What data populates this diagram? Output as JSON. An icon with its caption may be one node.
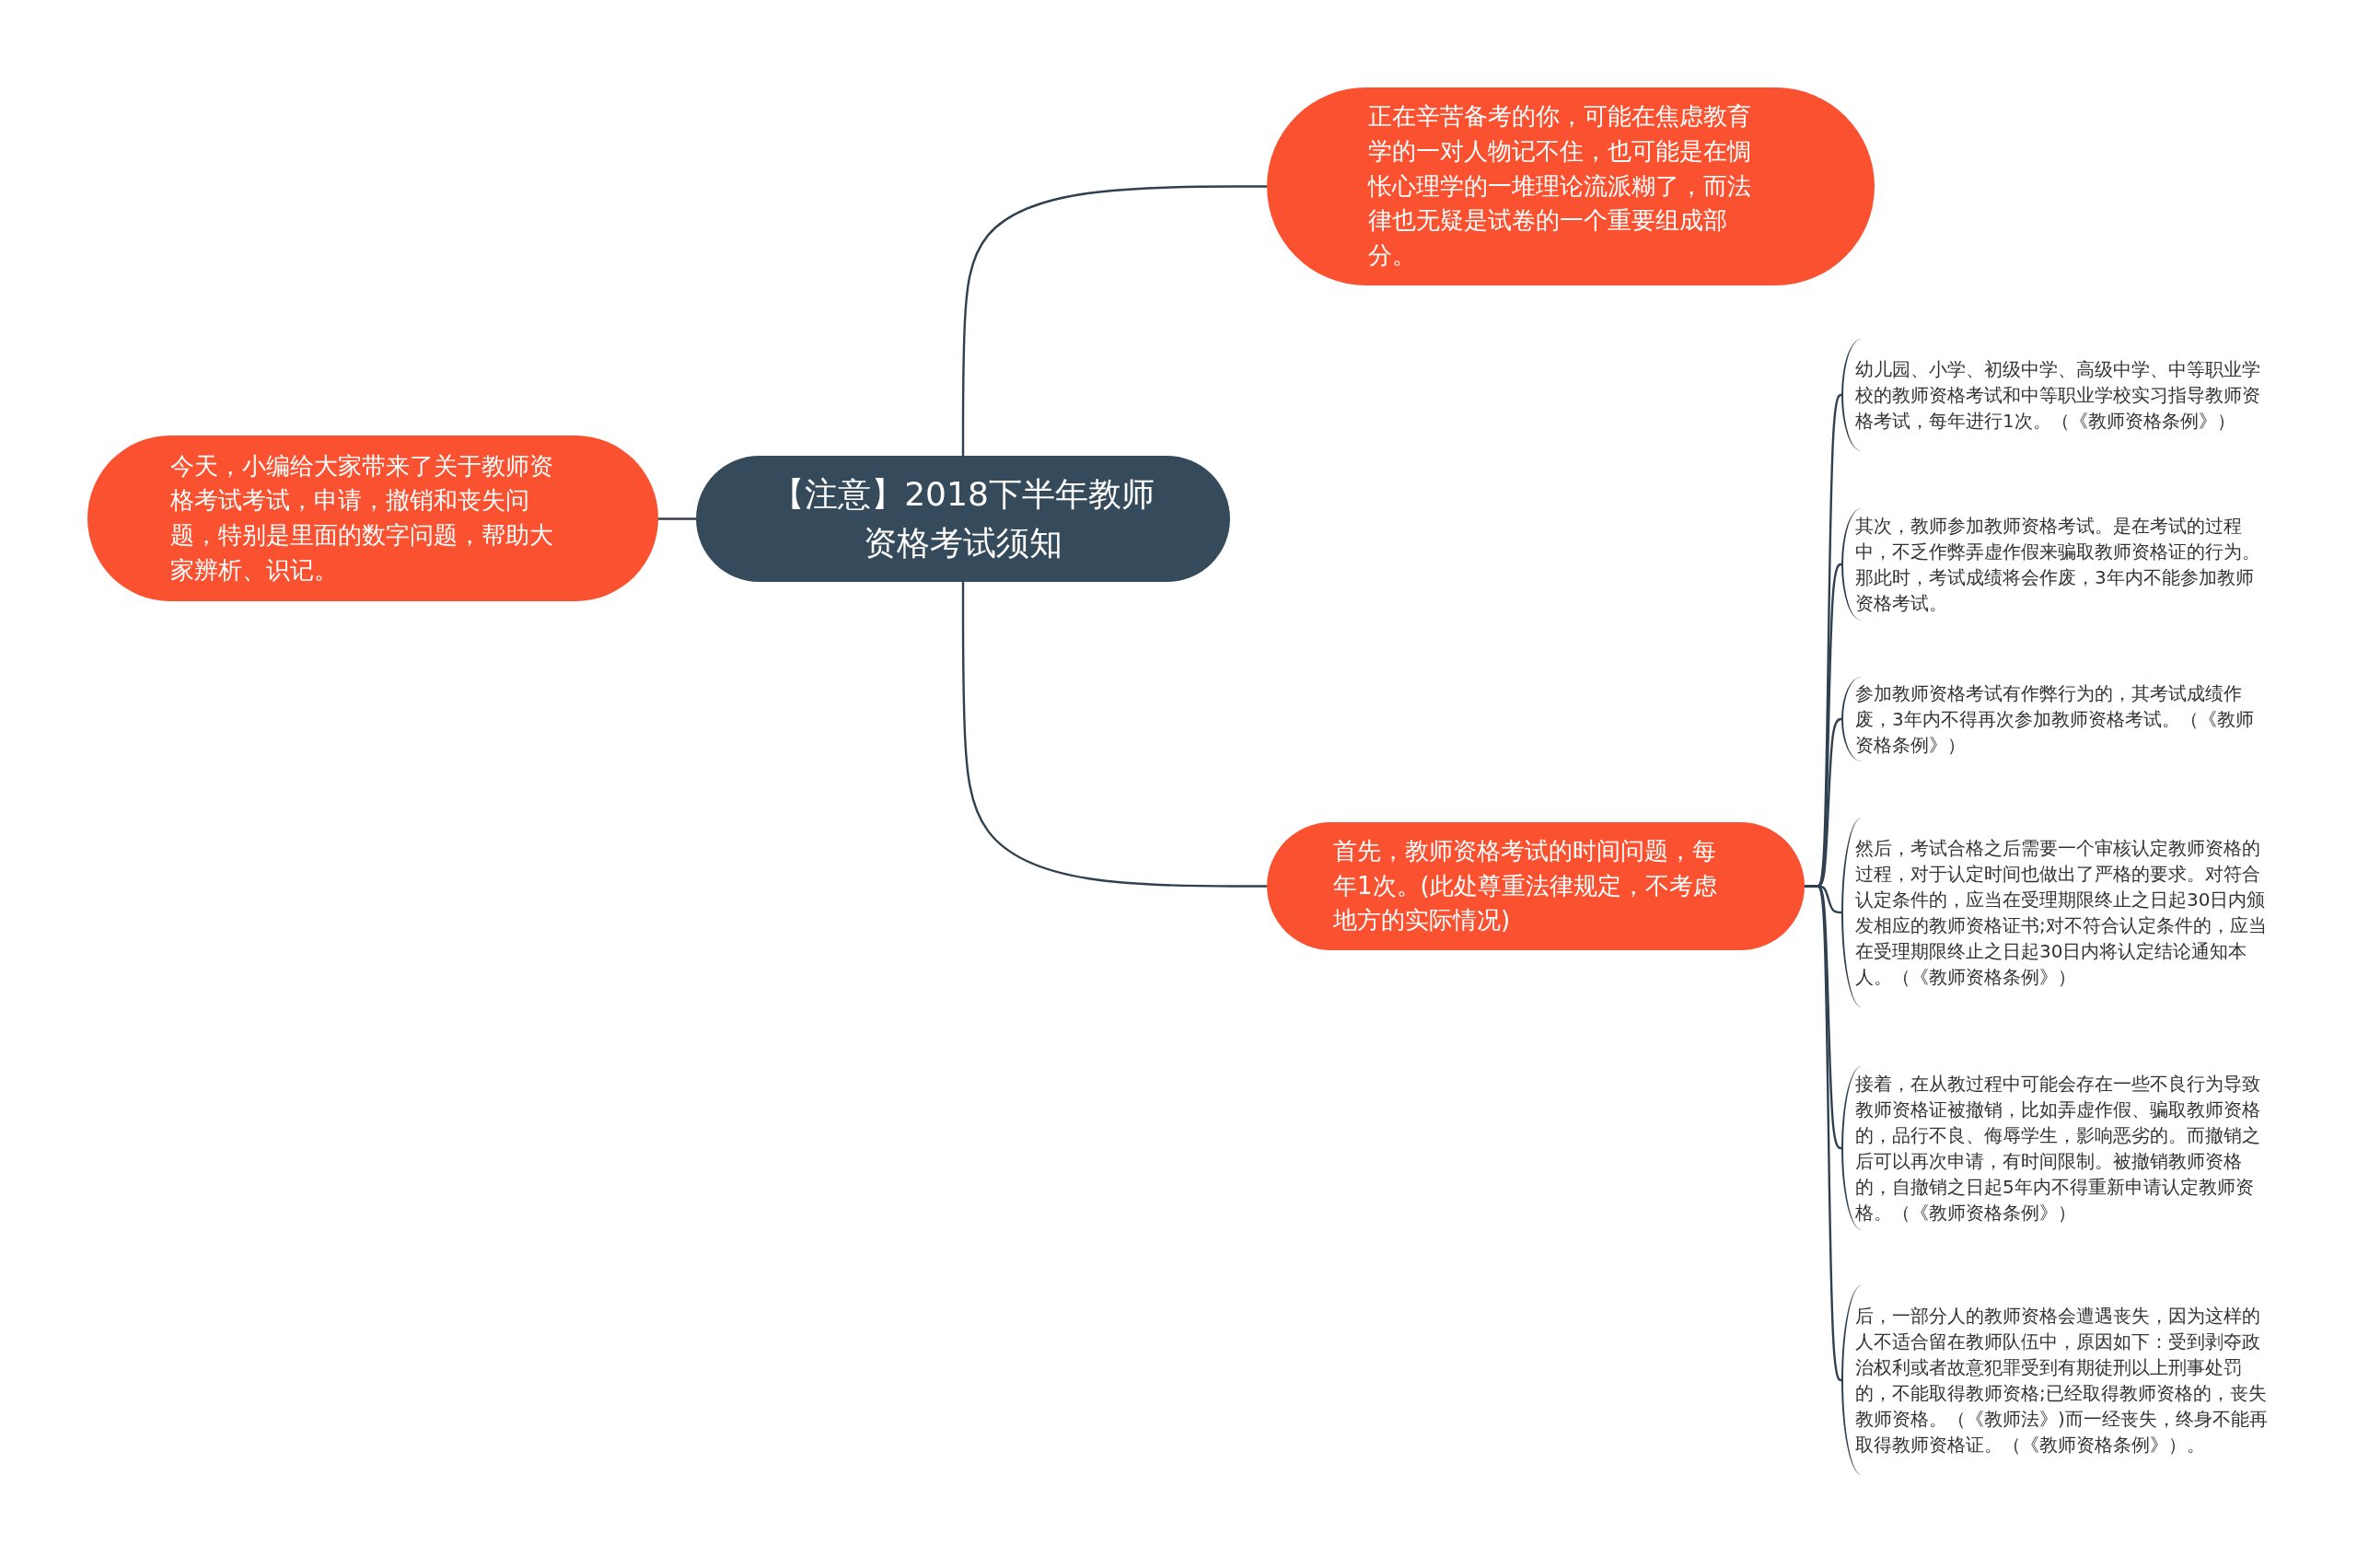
{
  "diagram": {
    "nodes": [
      {
        "text": [
          "【注意】2018下半年教师资格考试须知"
        ]
      },
      {
        "text": [
          "正在辛苦备考的你，可能在焦虑教育学的一对人物记不住，也可能是在惆怅心理学的一堆理论流派糊了，而法律也无疑是试卷的一个重要组成部分。"
        ]
      },
      {
        "text": [
          "今天，小编给大家带来了关于教师资格考试考试，申请，撤销和丧失问题，特别是里面的数字问题，帮助大家辨析、识记。"
        ]
      },
      {
        "text": [
          "首先，教师资格考试的时间问题，每年1次。(此处尊重法律规定，不考虑地方的实际情况)"
        ]
      },
      {
        "text": [
          "幼儿园、小学、初级中学、高级中学、中等职业学校的教师资格考试和中等职业学校实习指导教师资格考试，每年进行1次。（《教师资格条例》）"
        ]
      },
      {
        "text": [
          "其次，教师参加教师资格考试。是在考试的过程中，不乏作弊弄虚作假来骗取教师资格证的行为。那此时，考试成绩将会作废，3年内不能参加教师资格考试。"
        ]
      },
      {
        "text": [
          "参加教师资格考试有作弊行为的，其考试成绩作废，3年内不得再次参加教师资格考试。（《教师资格条例》）"
        ]
      },
      {
        "text": [
          "然后，考试合格之后需要一个审核认定教师资格的过程，对于认定时间也做出了严格的要求。对符合认定条件的，应当在受理期限终止之日起30日内颁发相应的教师资格证书;对不符合认定条件的，应当在受理期限终止之日起30日内将认定结论通知本人。（《教师资格条例》）"
        ]
      },
      {
        "text": [
          "接着，在从教过程中可能会存在一些不良行为导致教师资格证被撤销，比如弄虚作假、骗取教师资格的，品行不良、侮辱学生，影响恶劣的。而撤销之后可以再次申请，有时间限制。被撤销教师资格的，自撤销之日起5年内不得重新申请认定教师资格。（《教师资格条例》）"
        ]
      },
      {
        "text": [
          "后，一部分人的教师资格会遭遇丧失，因为这样的人不适合留在教师队伍中，原因如下：受到剥夺政治权利或者故意犯罪受到有期徒刑以上刑事处罚的，不能取得教师资格;已经取得教师资格的，丧失教师资格。（《教师法》)而一经丧失，终身不能再取得教师资格证。（《教师资格条例》）。"
        ]
      }
    ],
    "edges": [
      {
        "from": 0,
        "to": 1,
        "arrow": "none"
      },
      {
        "from": 0,
        "to": 2,
        "arrow": "none"
      },
      {
        "from": 0,
        "to": 3,
        "arrow": "none"
      },
      {
        "from": 3,
        "to": 4,
        "arrow": "none"
      },
      {
        "from": 3,
        "to": 5,
        "arrow": "none"
      },
      {
        "from": 3,
        "to": 6,
        "arrow": "none"
      },
      {
        "from": 3,
        "to": 7,
        "arrow": "none"
      },
      {
        "from": 3,
        "to": 8,
        "arrow": "none"
      },
      {
        "from": 3,
        "to": 9,
        "arrow": "none"
      }
    ]
  }
}
